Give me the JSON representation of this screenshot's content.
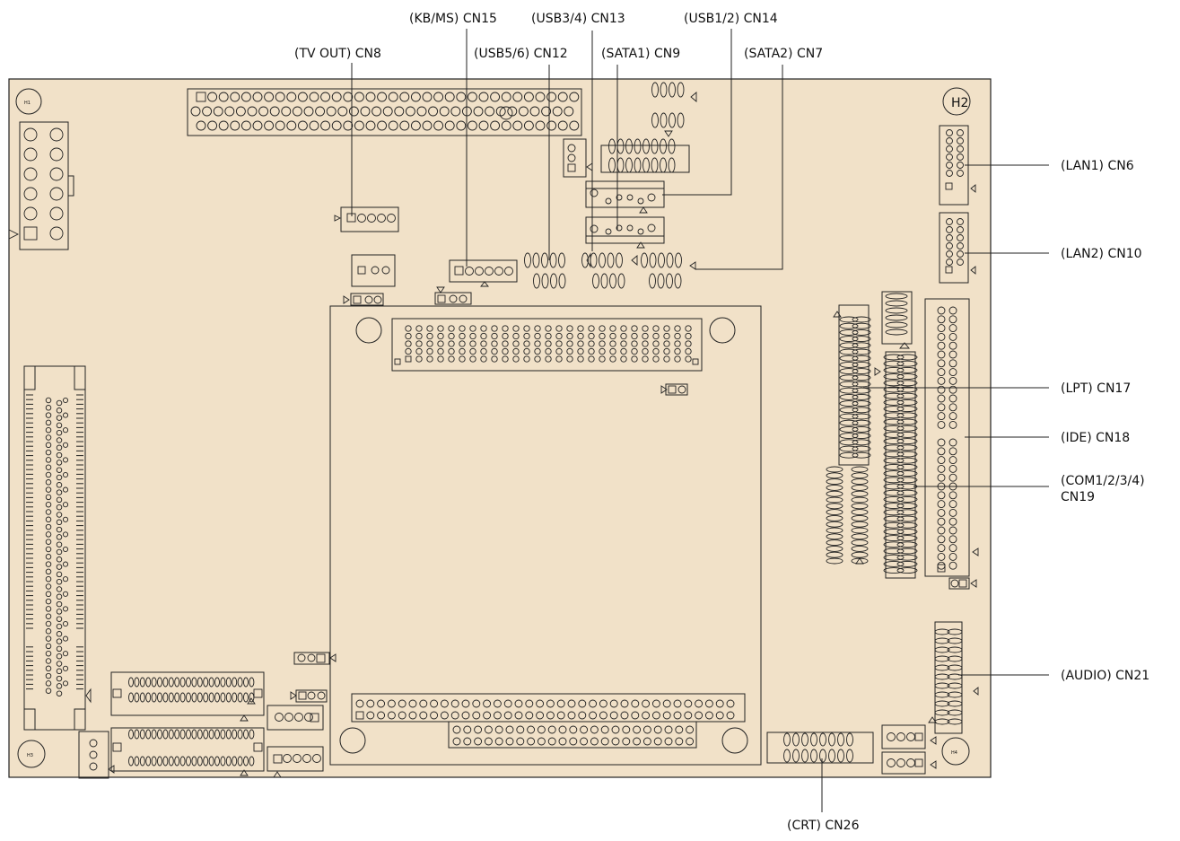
{
  "labels": {
    "tv_out": "(TV OUT) CN8",
    "kb_ms": "(KB/MS) CN15",
    "usb34": "(USB3/4) CN13",
    "usb12": "(USB1/2) CN14",
    "usb56": "(USB5/6) CN12",
    "sata1": "(SATA1) CN9",
    "sata2": "(SATA2) CN7",
    "lan1": "(LAN1) CN6",
    "lan2": "(LAN2) CN10",
    "lpt": "(LPT) CN17",
    "ide": "(IDE) CN18",
    "com_line1": "(COM1/2/3/4)",
    "com_line2": "CN19",
    "audio": "(AUDIO) CN21",
    "crt": "(CRT) CN26"
  },
  "board_marks": {
    "h2": "H2",
    "h1": "H1",
    "h3": "H3",
    "h4": "H4"
  },
  "colors": {
    "board": "#f1e1c8",
    "line": "#222222"
  }
}
